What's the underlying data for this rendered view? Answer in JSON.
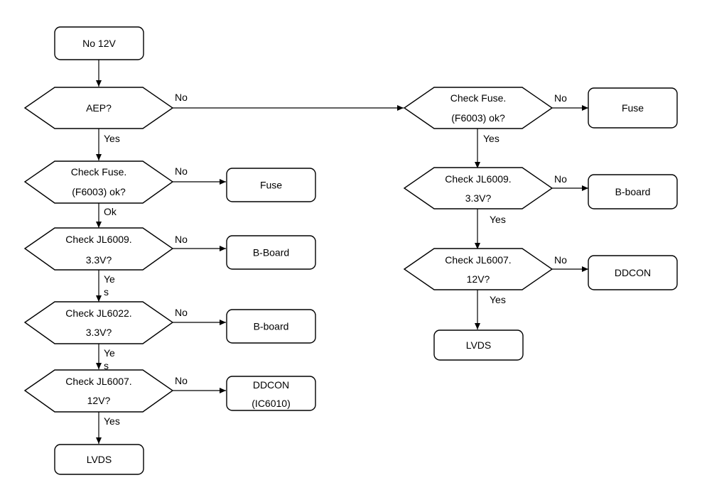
{
  "nodes": {
    "start": [
      "No 12V"
    ],
    "aep": [
      "AEP?"
    ],
    "l_fuse_check": [
      "Check Fuse.",
      "(F6003) ok?"
    ],
    "l_fuse": [
      "Fuse"
    ],
    "l_jl6009": [
      "Check JL6009.",
      "3.3V?"
    ],
    "l_bboard_1": [
      "B-Board"
    ],
    "l_jl6022": [
      "Check JL6022.",
      "3.3V?"
    ],
    "l_bboard_2": [
      "B-board"
    ],
    "l_jl6007": [
      "Check JL6007.",
      "12V?"
    ],
    "l_ddcon": [
      "DDCON",
      "(IC6010)"
    ],
    "l_lvds": [
      "LVDS"
    ],
    "r_fuse_check": [
      "Check Fuse.",
      "(F6003) ok?"
    ],
    "r_fuse": [
      "Fuse"
    ],
    "r_jl6009": [
      "Check JL6009.",
      "3.3V?"
    ],
    "r_bboard": [
      "B-board"
    ],
    "r_jl6007": [
      "Check JL6007.",
      "12V?"
    ],
    "r_ddcon": [
      "DDCON"
    ],
    "r_lvds": [
      "LVDS"
    ]
  },
  "edge_labels": {
    "aep_no": "No",
    "aep_yes": "Yes",
    "l_fuse_no": "No",
    "l_fuse_ok": "Ok",
    "l_jl6009_no": "No",
    "l_jl6009_yes_a": "Ye",
    "l_jl6009_yes_b": "s",
    "l_jl6022_no": "No",
    "l_jl6022_yes_a": "Ye",
    "l_jl6022_yes_b": "s",
    "l_jl6007_no": "No",
    "l_jl6007_yes": "Yes",
    "r_fuse_no": "No",
    "r_fuse_yes": "Yes",
    "r_jl6009_no": "No",
    "r_jl6009_yes": "Yes",
    "r_jl6007_no": "No",
    "r_jl6007_yes": "Yes"
  }
}
